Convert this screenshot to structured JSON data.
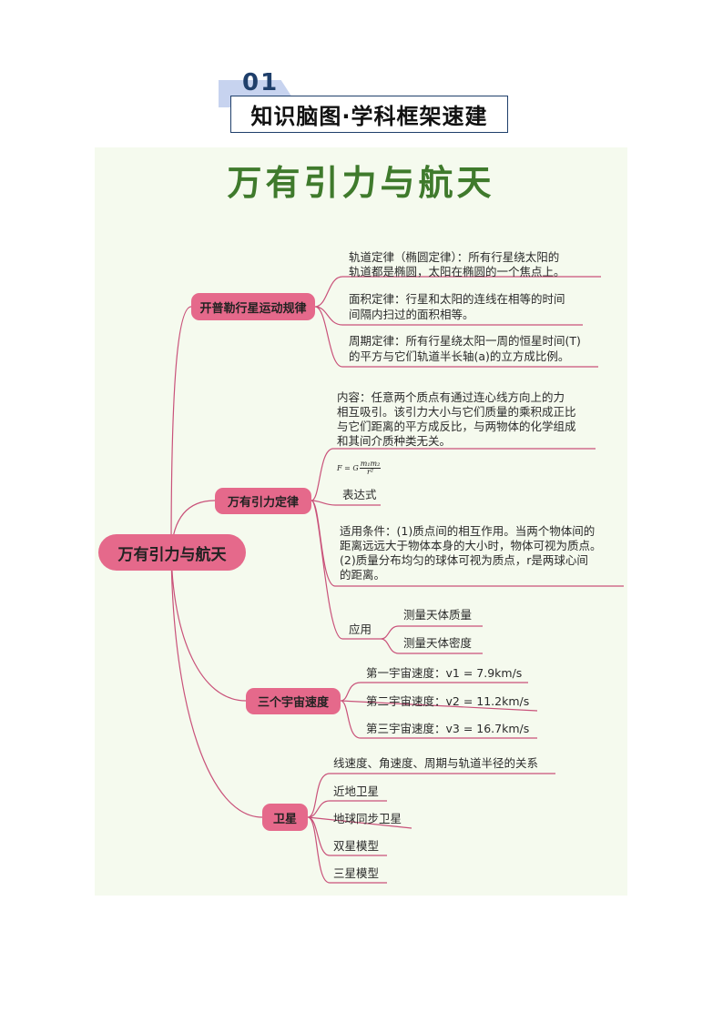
{
  "header": {
    "section_number": "01",
    "section_title": "知识脑图·学科框架速建"
  },
  "colors": {
    "branch_fill": "#e5698b",
    "line": "#c9527a",
    "title_green": "#3f7a2c",
    "panel_bg": "#f5faee"
  },
  "mindmap": {
    "title": "万有引力与航天",
    "root": "万有引力与航天",
    "kepler": {
      "label": "开普勒行星运动规律",
      "law1_l1": "轨道定律（椭圆定律）：所有行星绕太阳的",
      "law1_l2": "轨道都是椭圆，太阳在椭圆的一个焦点上。",
      "law2_l1": "面积定律：行星和太阳的连线在相等的时间",
      "law2_l2": "间隔内扫过的面积相等。",
      "law3_l1": "周期定律：所有行星绕太阳一周的恒星时间(T)",
      "law3_l2": "的平方与它们轨道半长轴(a)的立方成比例。"
    },
    "gravitation": {
      "label": "万有引力定律",
      "content_l1": "内容：任意两个质点有通过连心线方向上的力",
      "content_l2": "相互吸引。该引力大小与它们质量的乘积成正比",
      "content_l3": "与它们距离的平方成反比，与两物体的化学组成",
      "content_l4": "和其间介质种类无关。",
      "formula_lhs": "F = G",
      "formula_num": "m₁m₂",
      "formula_den": "r²",
      "expression_label": "表达式",
      "cond_l1": "适用条件：(1)质点间的相互作用。当两个物体间的",
      "cond_l2": "距离远远大于物体本身的大小时，物体可视为质点。",
      "cond_l3": "(2)质量分布均匀的球体可视为质点，r是两球心间",
      "cond_l4": "的距离。",
      "application_label": "应用",
      "app_mass": "测量天体质量",
      "app_density": "测量天体密度"
    },
    "cosmic": {
      "label": "三个宇宙速度",
      "v1": "第一宇宙速度：v1 = 7.9km/s",
      "v2": "第二宇宙速度：v2 = 11.2km/s",
      "v3": "第三宇宙速度：v3 = 16.7km/s"
    },
    "satellite": {
      "label": "卫星",
      "item1": "线速度、角速度、周期与轨道半径的关系",
      "item2": "近地卫星",
      "item3": "地球同步卫星",
      "item4": "双星模型",
      "item5": "三星模型"
    }
  }
}
